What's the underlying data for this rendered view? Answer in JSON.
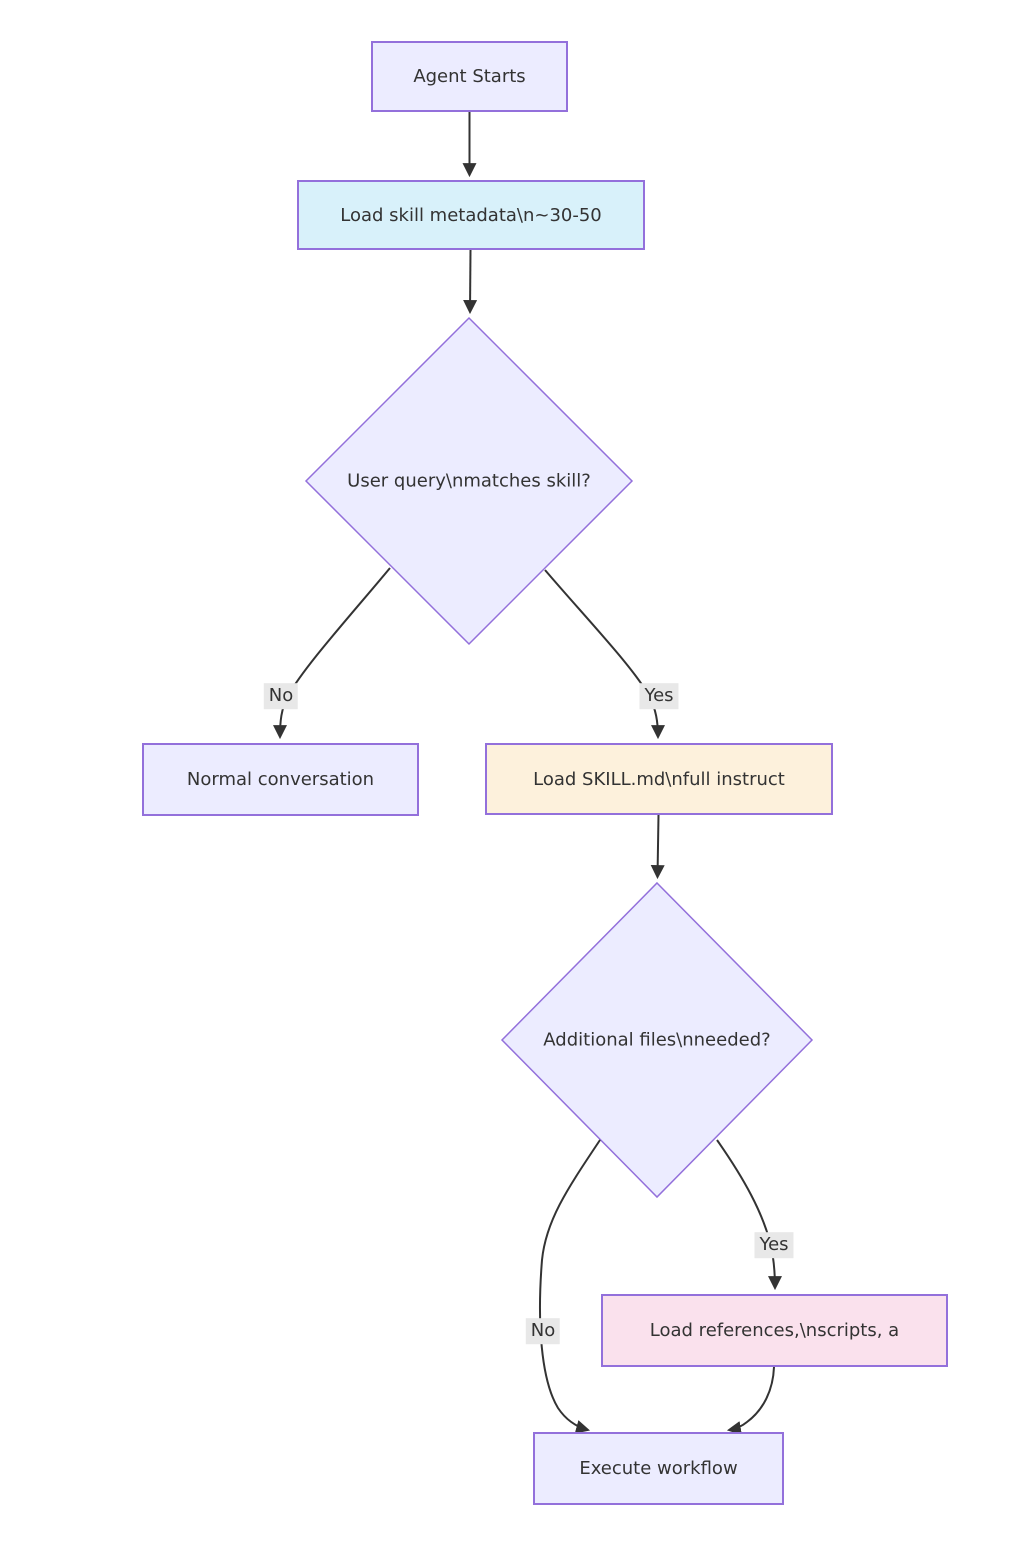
{
  "diagram": {
    "type": "flowchart",
    "direction": "top-down",
    "nodes": {
      "agent_starts": {
        "label": "Agent Starts",
        "shape": "rectangle"
      },
      "load_metadata": {
        "label": "Load skill metadata\\n~30-50",
        "shape": "rectangle"
      },
      "query_matches": {
        "label": "User query\\nmatches skill?",
        "shape": "diamond"
      },
      "normal_conversation": {
        "label": "Normal conversation",
        "shape": "rectangle"
      },
      "load_skill_md": {
        "label": "Load SKILL.md\\nfull instruct",
        "shape": "rectangle"
      },
      "additional_files": {
        "label": "Additional files\\nneeded?",
        "shape": "diamond"
      },
      "load_references": {
        "label": "Load references,\\nscripts, a",
        "shape": "rectangle"
      },
      "execute_workflow": {
        "label": "Execute workflow",
        "shape": "rectangle"
      }
    },
    "edge_labels": {
      "query_no": "No",
      "query_yes": "Yes",
      "files_no": "No",
      "files_yes": "Yes"
    }
  },
  "colors": {
    "node-border": "#9370DB",
    "node-fill-lavender": "#ECECFF",
    "node-fill-cyan": "#D8F1FA",
    "node-fill-cream": "#FDF1DC",
    "node-fill-pink": "#FAE1ED",
    "edge-stroke": "#333333",
    "text": "#333333",
    "edge-label-bg": "#E8E8E8",
    "canvas-bg": "#FFFFFF"
  }
}
